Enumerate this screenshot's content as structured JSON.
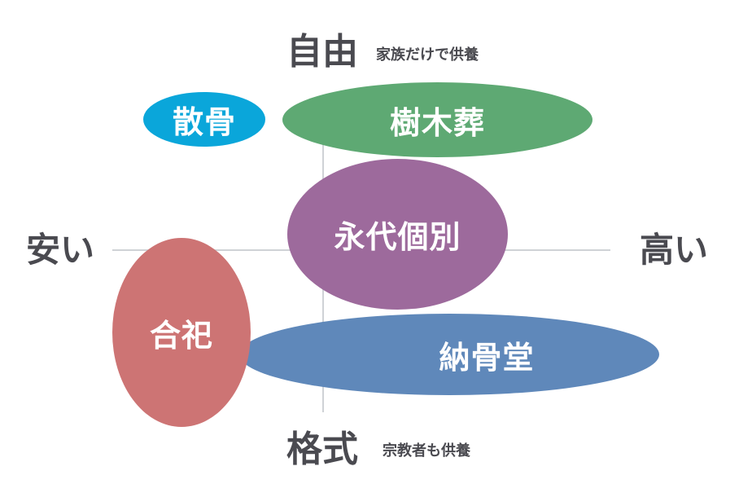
{
  "diagram": {
    "axes": {
      "top": "自由",
      "top_sub": "家族だけで供養",
      "bottom": "格式",
      "bottom_sub": "宗教者も供養",
      "left": "安い",
      "right": "高い"
    },
    "items": [
      {
        "key": "sankotsu",
        "label": "散骨",
        "color": "#0aa6da"
      },
      {
        "key": "jumokuso",
        "label": "樹木葬",
        "color": "#5ea973"
      },
      {
        "key": "eidai",
        "label": "永代個別",
        "color": "#9d6a9c"
      },
      {
        "key": "nokotsudo",
        "label": "納骨堂",
        "color": "#5f88ba"
      },
      {
        "key": "goshi",
        "label": "合祀",
        "color": "#cd7474"
      }
    ],
    "axis_line_color": "#cfd2d6",
    "text_color": "#4a4a50"
  }
}
